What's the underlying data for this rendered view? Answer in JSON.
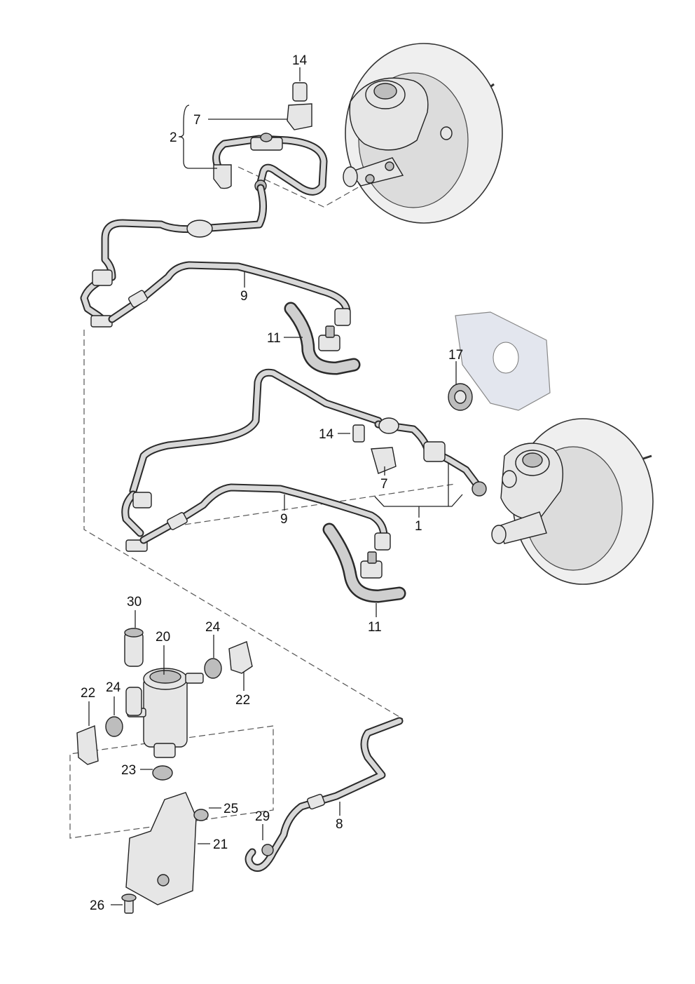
{
  "callouts": {
    "c1": "1",
    "c2": "2",
    "c7a": "7",
    "c7b": "7",
    "c8": "8",
    "c9a": "9",
    "c9b": "9",
    "c11a": "11",
    "c11b": "11",
    "c14a": "14",
    "c14b": "14",
    "c17": "17",
    "c20": "20",
    "c21": "21",
    "c22a": "22",
    "c22b": "22",
    "c23": "23",
    "c24a": "24",
    "c24b": "24",
    "c25": "25",
    "c26": "26",
    "c29": "29",
    "c30": "30"
  }
}
